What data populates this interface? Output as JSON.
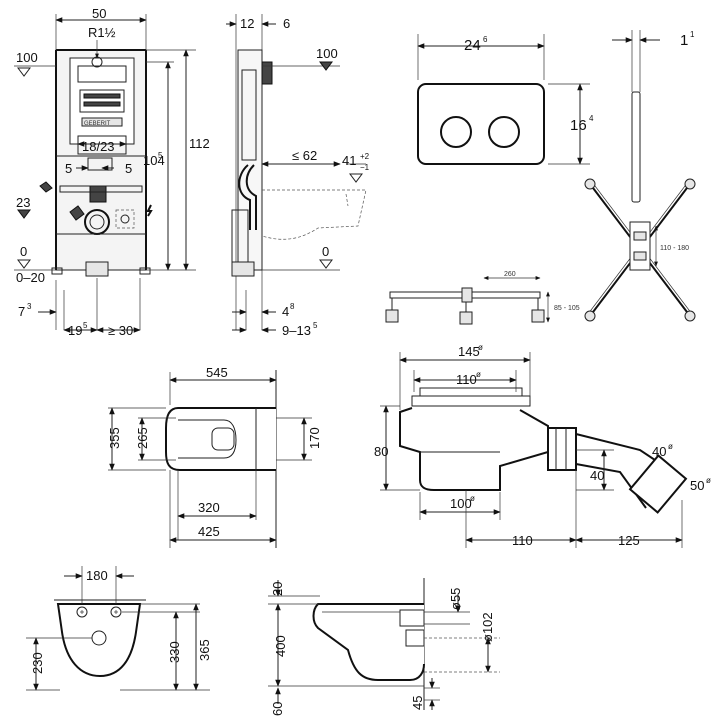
{
  "frame": {
    "width": "50",
    "connection": "R1½",
    "level_top": "100",
    "height_total": "112",
    "height_frame": "104",
    "height_frame_sup": "5",
    "actuator": "18/23",
    "offset_left": "5",
    "offset_right": "5",
    "level_23": "23",
    "level_0": "0",
    "level_0_20": "0–20",
    "bottom_7": "7",
    "bottom_7_sup": "3",
    "bottom_19": "19",
    "bottom_19_sup": "5",
    "bottom_ge30": "≥ 30"
  },
  "side": {
    "d12": "12",
    "d6": "6",
    "level_100": "100",
    "le62": "≤ 62",
    "d41": "41",
    "d41_tol_plus": "+2",
    "d41_tol_minus": "−1",
    "level_0": "0",
    "d4": "4",
    "d4_sup": "8",
    "d9_13": "9–13",
    "d9_13_sup": "5"
  },
  "plate": {
    "width": "24",
    "width_sup": "6",
    "height": "16",
    "height_sup": "4",
    "depth": "1",
    "depth_sup": "1"
  },
  "shower_drain": {
    "d260": "260",
    "d85_105": "85 - 105",
    "d110_180": "110 - 180"
  },
  "bowl_top": {
    "d545": "545",
    "d355": "355",
    "d265": "265",
    "d170": "170",
    "d320": "320",
    "d425": "425"
  },
  "trap": {
    "d145": "145",
    "d110": "110",
    "d80": "80",
    "d40a": "40",
    "d40b": "40",
    "d50": "50",
    "d100": "100",
    "b110": "110",
    "b125": "125",
    "dia": "ø"
  },
  "bowl_front": {
    "d180": "180",
    "d230": "230",
    "d330": "330",
    "d365": "365"
  },
  "bowl_side": {
    "d20": "20",
    "d400": "400",
    "d60": "60",
    "d55": "ø55",
    "d102": "ø102",
    "d45": "45"
  },
  "brand": {
    "logo_text": "GEBERIT"
  }
}
